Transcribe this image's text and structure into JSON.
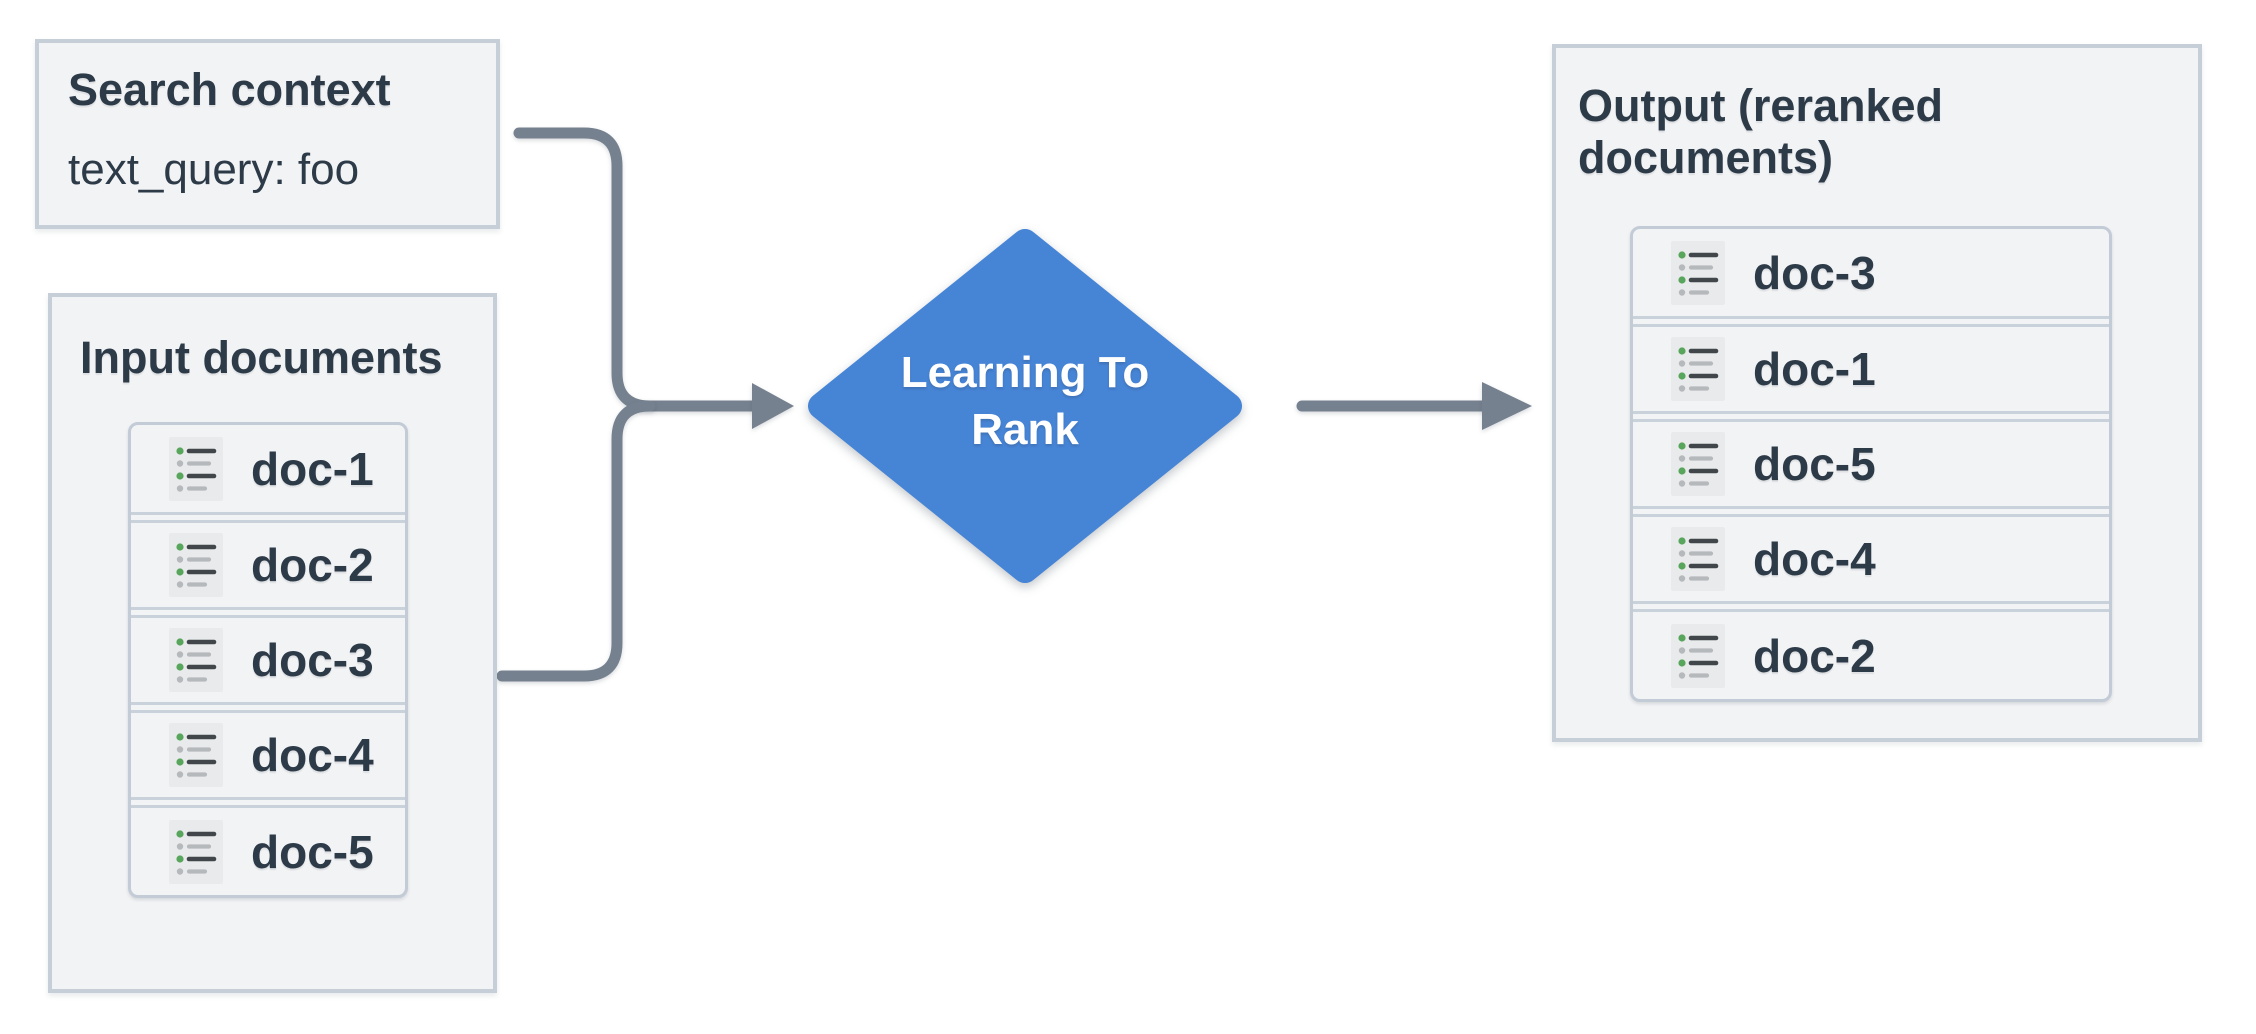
{
  "search_context": {
    "title": "Search context",
    "query_text": "text_query: foo"
  },
  "input_documents": {
    "title": "Input documents",
    "docs": [
      "doc-1",
      "doc-2",
      "doc-3",
      "doc-4",
      "doc-5"
    ]
  },
  "process_node": {
    "label": "Learning To Rank",
    "line1": "Learning To",
    "line2": "Rank"
  },
  "output_documents": {
    "title": "Output (reranked documents)",
    "docs": [
      "doc-3",
      "doc-1",
      "doc-5",
      "doc-4",
      "doc-2"
    ]
  },
  "icons": {
    "doc_row_icon": "document-list-icon"
  },
  "colors": {
    "node_blue": "#4684d6",
    "arrow_gray": "#76818f",
    "panel_bg": "#f2f3f5",
    "panel_border": "#c6cfd8",
    "list_border": "#c3ccd6",
    "text_dark": "#2d3a48",
    "icon_bg": "#e9eaeb",
    "icon_green": "#58a55c",
    "icon_dark_line": "#41464b",
    "icon_gray": "#b6b9bc",
    "diamond_text": "#ffffff"
  }
}
